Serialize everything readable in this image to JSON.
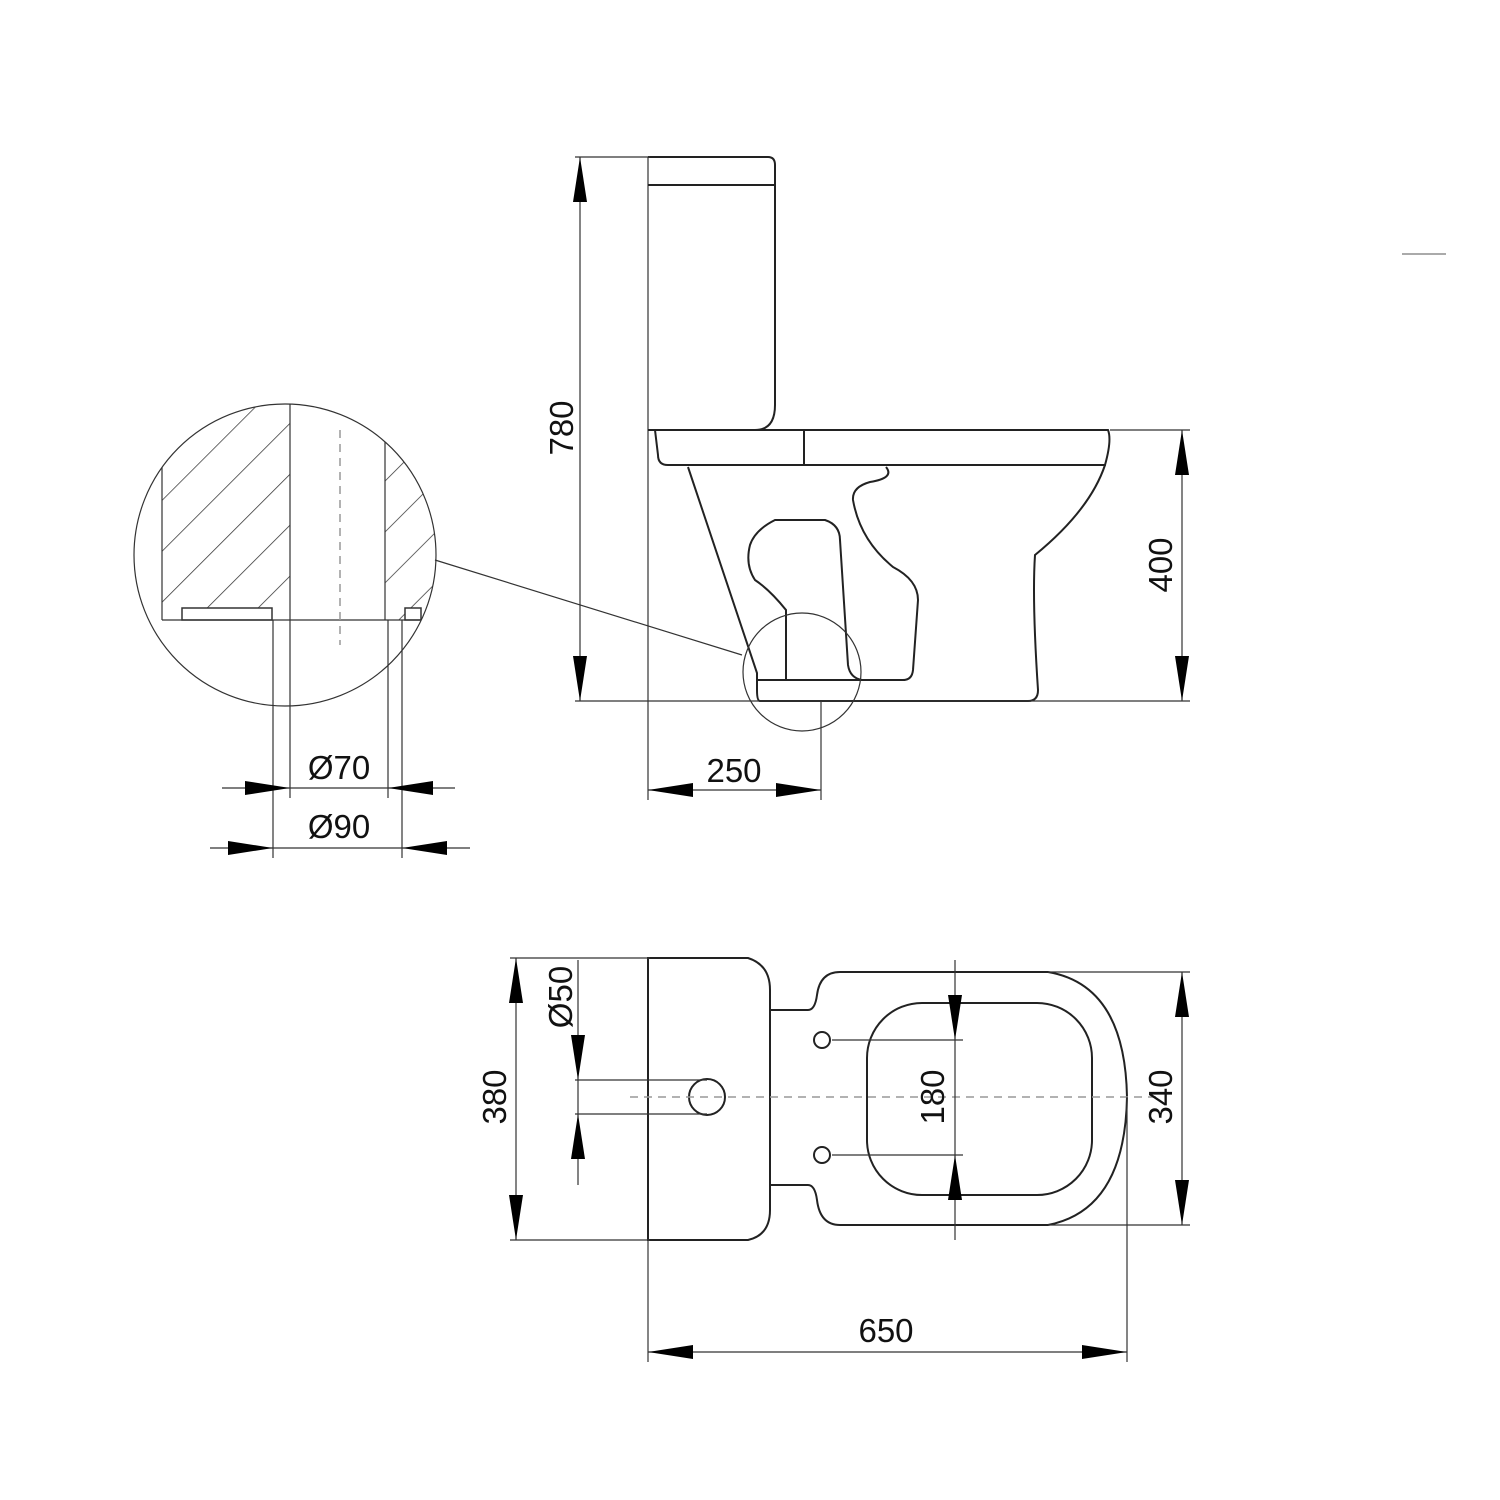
{
  "drawing": {
    "side_view": {
      "total_height": "780",
      "seat_height": "400",
      "outlet_distance": "250",
      "detail_inner_diameter": "Ø70",
      "detail_outer_diameter": "Ø90"
    },
    "top_view": {
      "tank_depth": "380",
      "inlet_diameter": "Ø50",
      "seat_fixing_spacing": "180",
      "bowl_width": "340",
      "total_length": "650"
    }
  }
}
